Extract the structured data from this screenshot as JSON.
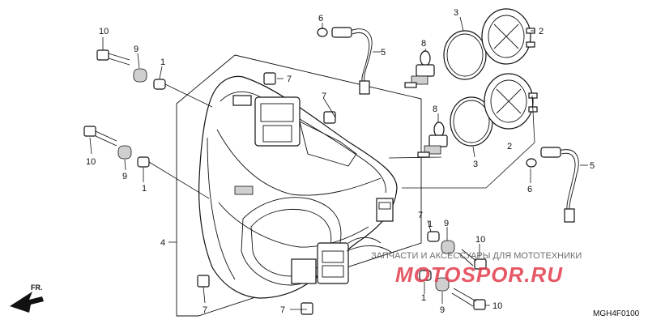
{
  "diagram_code": "MGH4F0100",
  "front_marker": "FR.",
  "watermark": {
    "caption": "ЗАПЧАСТИ И АКСЕССУАРЫ ДЛЯ МОТОТЕХНИКИ",
    "logo": "MOTOSPOR.RU"
  },
  "callouts": {
    "c1_top": "1",
    "c1_mid": "1",
    "c1_r_top": "1",
    "c1_r_bot": "1",
    "c2_top": "2",
    "c2_bot": "2",
    "c3_top": "3",
    "c3_bot": "3",
    "c4": "4",
    "c5_top": "5",
    "c5_bot": "5",
    "c6_top": "6",
    "c6_bot": "6",
    "c7_a": "7",
    "c7_b": "7",
    "c7_c": "7",
    "c7_d": "7",
    "c7_e": "7",
    "c8_top": "8",
    "c8_bot": "8",
    "c9_top": "9",
    "c9_mid": "9",
    "c9_r_top": "9",
    "c9_r_bot": "9",
    "c10_top": "10",
    "c10_mid": "10",
    "c10_r_top": "10",
    "c10_r_bot": "10"
  }
}
